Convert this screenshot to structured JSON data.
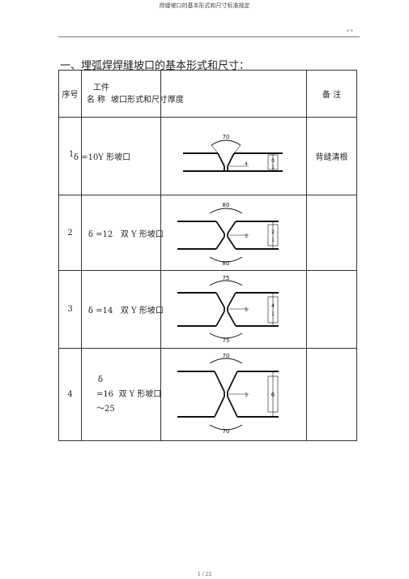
{
  "running_header": "焊缝坡口的基本形式和尺寸标准规定",
  "header_mark": "* *",
  "section_title": "一、埋弧焊焊缝坡口的基本形式和尺寸：",
  "table": {
    "headers": {
      "no": "序号",
      "name_line1": "工件",
      "name_line2": "名 称",
      "form": "坡口形式和尺寸厚度",
      "note": "备 注"
    },
    "rows": [
      {
        "no": "1",
        "name": "δ =10Y 形坡口",
        "note": "背缝清根",
        "diagram": {
          "top_angle": "70",
          "bottom_angle": "",
          "labels": [
            "0",
            "1",
            "4"
          ]
        }
      },
      {
        "no": "2",
        "name_thickness": "δ =12",
        "name_type": "双 Y 形坡口",
        "note": "",
        "diagram": {
          "top_angle": "80",
          "bottom_angle": "80",
          "labels": [
            "2",
            "1",
            "3"
          ]
        }
      },
      {
        "no": "3",
        "name_thickness": "δ =14",
        "name_type": "双 Y 形坡口",
        "note": "",
        "diagram": {
          "top_angle": "75",
          "bottom_angle": "75",
          "labels": [
            "4",
            "1",
            "5"
          ]
        }
      },
      {
        "no": "4",
        "name_line1": "δ",
        "name_line2": "=16",
        "name_line3": "～25",
        "name_type": "双 Y 形坡口",
        "note": "",
        "diagram": {
          "top_angle": "70",
          "bottom_angle": "70",
          "labels": [
            "6",
            "3"
          ]
        }
      }
    ]
  },
  "footer": "1 / 22"
}
